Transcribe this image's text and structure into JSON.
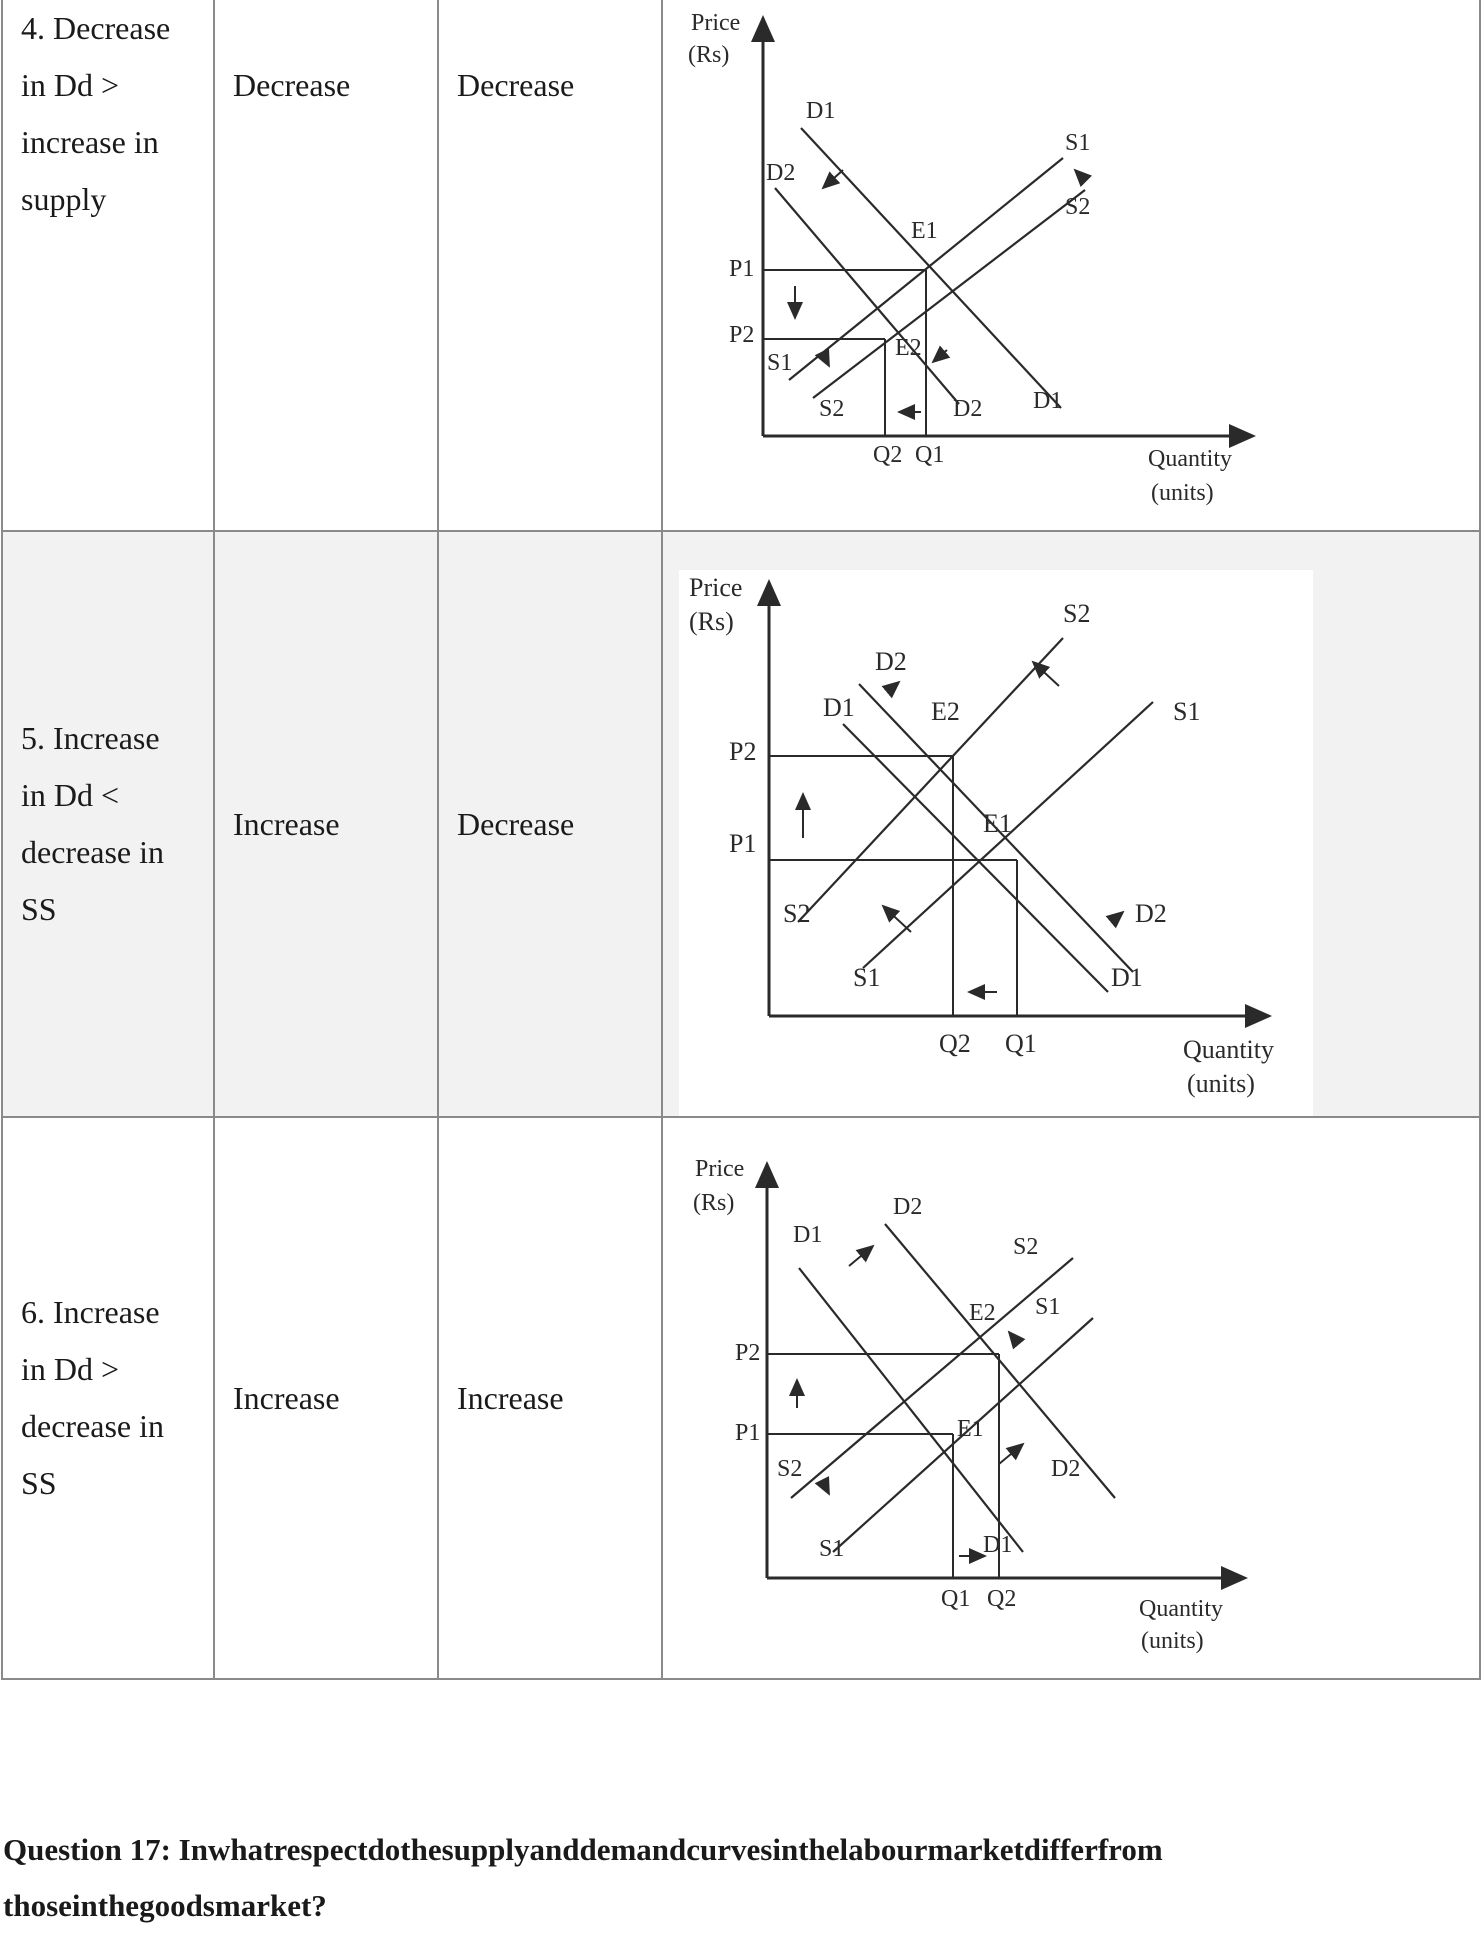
{
  "rows": [
    {
      "case": [
        "4. Decrease",
        "in Dd >",
        "increase in",
        "supply"
      ],
      "price": "Decrease",
      "quantity": "Decrease",
      "graph": {
        "y_title": [
          "Price",
          "(Rs)"
        ],
        "x_title": [
          "Quantity",
          "(units)"
        ],
        "labels": {
          "D1_top": "D1",
          "D2_top": "D2",
          "S1_top": "S1",
          "S2_top": "S2",
          "E1": "E1",
          "E2": "E2",
          "P1": "P1",
          "P2": "P2",
          "S1_bottom": "S1",
          "S2_bottom": "S2",
          "D2_bottom": "D2",
          "D1_bottom": "D1",
          "Q2": "Q2",
          "Q1": "Q1"
        }
      }
    },
    {
      "case": [
        "5. Increase",
        "in Dd <",
        "decrease in",
        "SS"
      ],
      "price": "Increase",
      "quantity": "Decrease",
      "graph": {
        "y_title": [
          "Price",
          "(Rs)"
        ],
        "x_title": [
          "Quantity",
          "(units)"
        ],
        "labels": {
          "S2_top": "S2",
          "D2_top": "D2",
          "D1_top": "D1",
          "E2": "E2",
          "S1_top": "S1",
          "P2": "P2",
          "P1": "P1",
          "E1": "E1",
          "S2_bottom": "S2",
          "D2_bottom": "D2",
          "S1_bottom": "S1",
          "D1_bottom": "D1",
          "Q2": "Q2",
          "Q1": "Q1"
        }
      }
    },
    {
      "case": [
        "6. Increase",
        "in Dd >",
        "decrease in",
        "SS"
      ],
      "price": "Increase",
      "quantity": "Increase",
      "graph": {
        "y_title": [
          "Price",
          "(Rs)"
        ],
        "x_title": [
          "Quantity",
          "(units)"
        ],
        "labels": {
          "D2_top": "D2",
          "D1_top": "D1",
          "S2_top": "S2",
          "E2": "E2",
          "S1_top": "S1",
          "P2": "P2",
          "P1": "P1",
          "E1": "E1",
          "S2_bottom": "S2",
          "D2_bottom": "D2",
          "S1_bottom": "S1",
          "D1_bottom": "D1",
          "Q1": "Q1",
          "Q2": "Q2"
        }
      }
    }
  ],
  "question": {
    "line1": "Question 17: Inwhatrespectdothesupplyanddemandcurvesinthelabourmarketdifferfrom",
    "line2": "thoseinthegoodsmarket?"
  }
}
